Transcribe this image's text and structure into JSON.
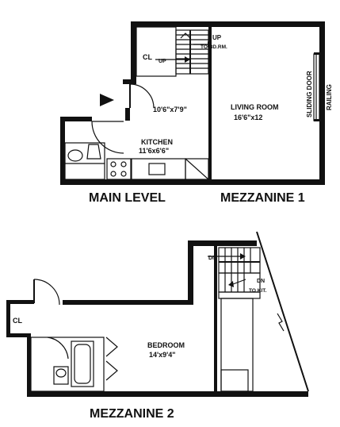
{
  "main_level": {
    "caption": "MAIN LEVEL",
    "closet": "CL",
    "stair_up": "UP",
    "stair_up_to": "UP",
    "stair_to": "TO BD.RM.",
    "foyer_dims": "10'6\"x7'9\"",
    "kitchen_name": "KITCHEN",
    "kitchen_dims": "11'6x6'6\"",
    "living_name": "LIVING ROOM",
    "living_dims": "16'6\"x12",
    "sliding_door": "SLIDING DOOR",
    "railing": "RAILING"
  },
  "mezzanine_1": {
    "caption": "MEZZANINE 1"
  },
  "mezzanine_2": {
    "caption": "MEZZANINE 2",
    "closet": "CL",
    "stair_dn": "DN",
    "stair_dn2": "DN",
    "to_kit": "TO KIT.",
    "bedroom_name": "BEDROOM",
    "bedroom_dims": "14'x9'4\""
  }
}
